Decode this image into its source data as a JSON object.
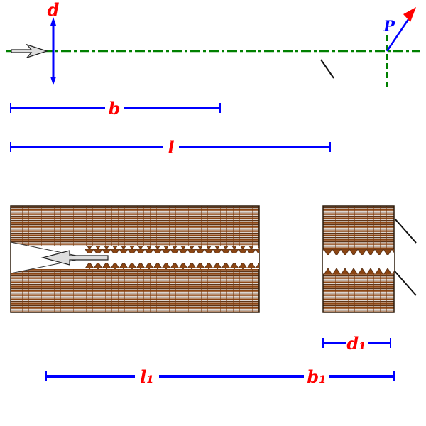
{
  "labels": {
    "diameter": "d",
    "pitch": "P",
    "thread_length": "b",
    "length": "l",
    "hole_diameter": "d₁",
    "hole_length": "l₁",
    "engagement": "b₁"
  },
  "colors": {
    "centerline": "#008000",
    "dimension": "#0000ff",
    "label": "#ff0000",
    "pitch_label": "#0000ff",
    "hatch": "#8b4513",
    "hatch_dark": "#5c3317"
  }
}
